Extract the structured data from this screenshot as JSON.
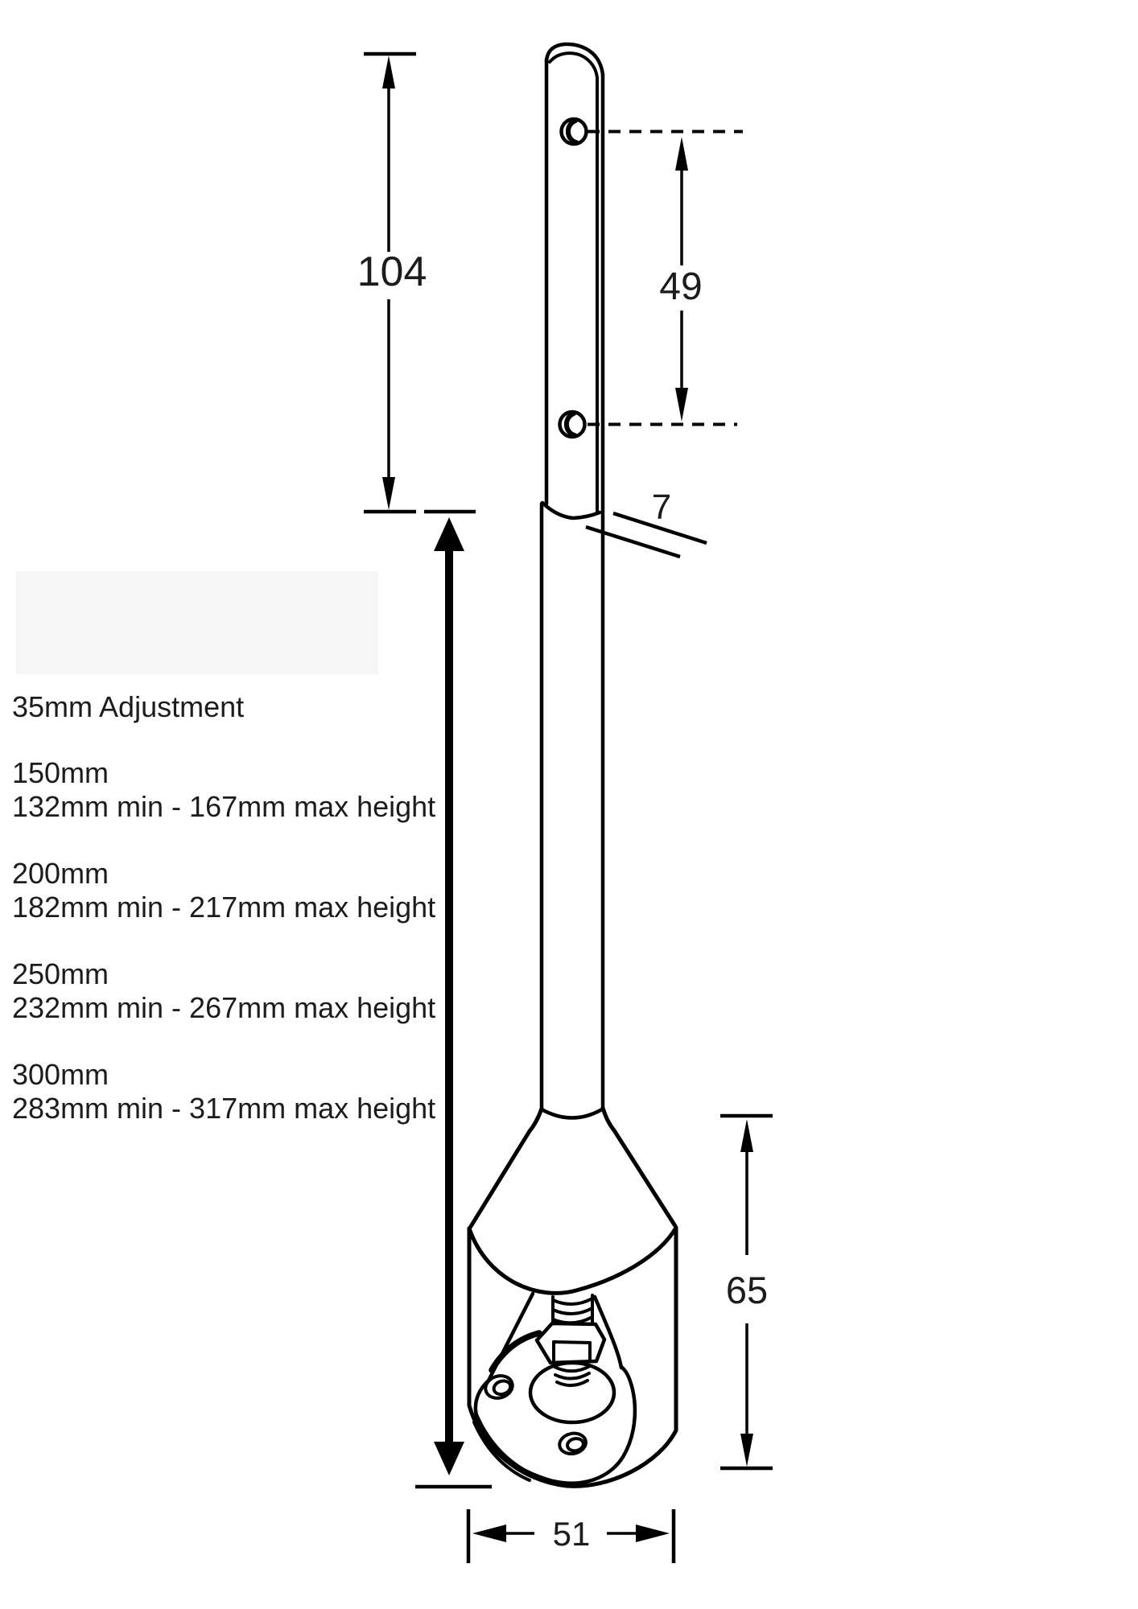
{
  "drawing": {
    "type": "technical-drawing",
    "subject": "adjustable-foot-with-mounting-bar",
    "units": "mm",
    "dimensions": {
      "bar_length": "104",
      "hole_pitch": "49",
      "bar_thickness": "7",
      "foot_height": "65",
      "foot_width": "51"
    },
    "annotations": {
      "adjustment": "35mm Adjustment",
      "size_options": [
        {
          "length": "150mm",
          "height_range": "132mm min - 167mm max height"
        },
        {
          "length": "200mm",
          "height_range": "182mm min - 217mm max height"
        },
        {
          "length": "250mm",
          "height_range": "232mm min - 267mm max height"
        },
        {
          "length": "300mm",
          "height_range": "283mm min - 317mm max height"
        }
      ]
    }
  },
  "colors": {
    "line": "#000000",
    "text": "#1c1c1c",
    "background": "#ffffff"
  }
}
